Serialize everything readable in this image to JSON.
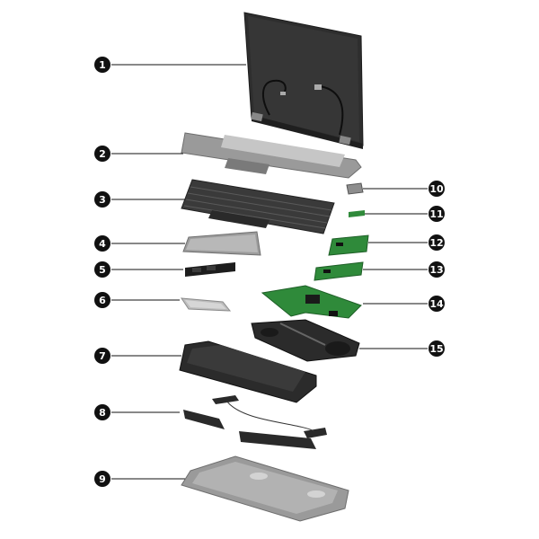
{
  "callouts": [
    {
      "label": "1"
    },
    {
      "label": "2"
    },
    {
      "label": "3"
    },
    {
      "label": "4"
    },
    {
      "label": "5"
    },
    {
      "label": "6"
    },
    {
      "label": "7"
    },
    {
      "label": "8"
    },
    {
      "label": "9"
    },
    {
      "label": "10"
    },
    {
      "label": "11"
    },
    {
      "label": "12"
    },
    {
      "label": "13"
    },
    {
      "label": "14"
    },
    {
      "label": "15"
    }
  ],
  "colors": {
    "callout": "#111111",
    "display": "#2e2e2e",
    "chassis": "#9a9a9a",
    "board": "#2f8a3a",
    "metal": "#bdbdbd"
  }
}
